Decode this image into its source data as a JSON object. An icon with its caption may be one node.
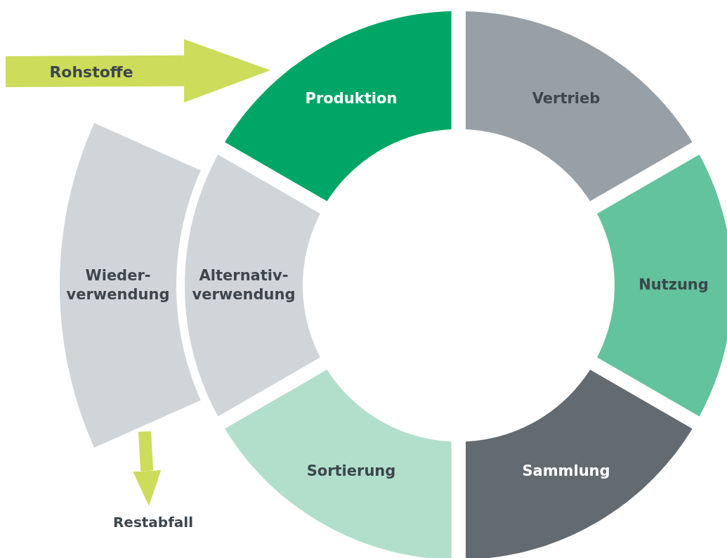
{
  "diagram": {
    "nodes": [
      {
        "text": [
          "Produktion"
        ]
      },
      {
        "text": [
          "Vertrieb"
        ]
      },
      {
        "text": [
          "Nutzung"
        ]
      },
      {
        "text": [
          "Sammlung"
        ]
      },
      {
        "text": [
          "Sortierung"
        ]
      },
      {
        "text": [
          "Alternativ- verwendung"
        ]
      },
      {
        "text": [
          "Wieder- verwendung"
        ]
      },
      {
        "text": [
          "Restabfall"
        ]
      }
    ],
    "edges": [
      {
        "from": null,
        "to": 0,
        "arrow": "to",
        "label": "Rohstoffe",
        "style": "thick"
      },
      {
        "from": 6,
        "to": 7,
        "arrow": "to"
      }
    ]
  }
}
